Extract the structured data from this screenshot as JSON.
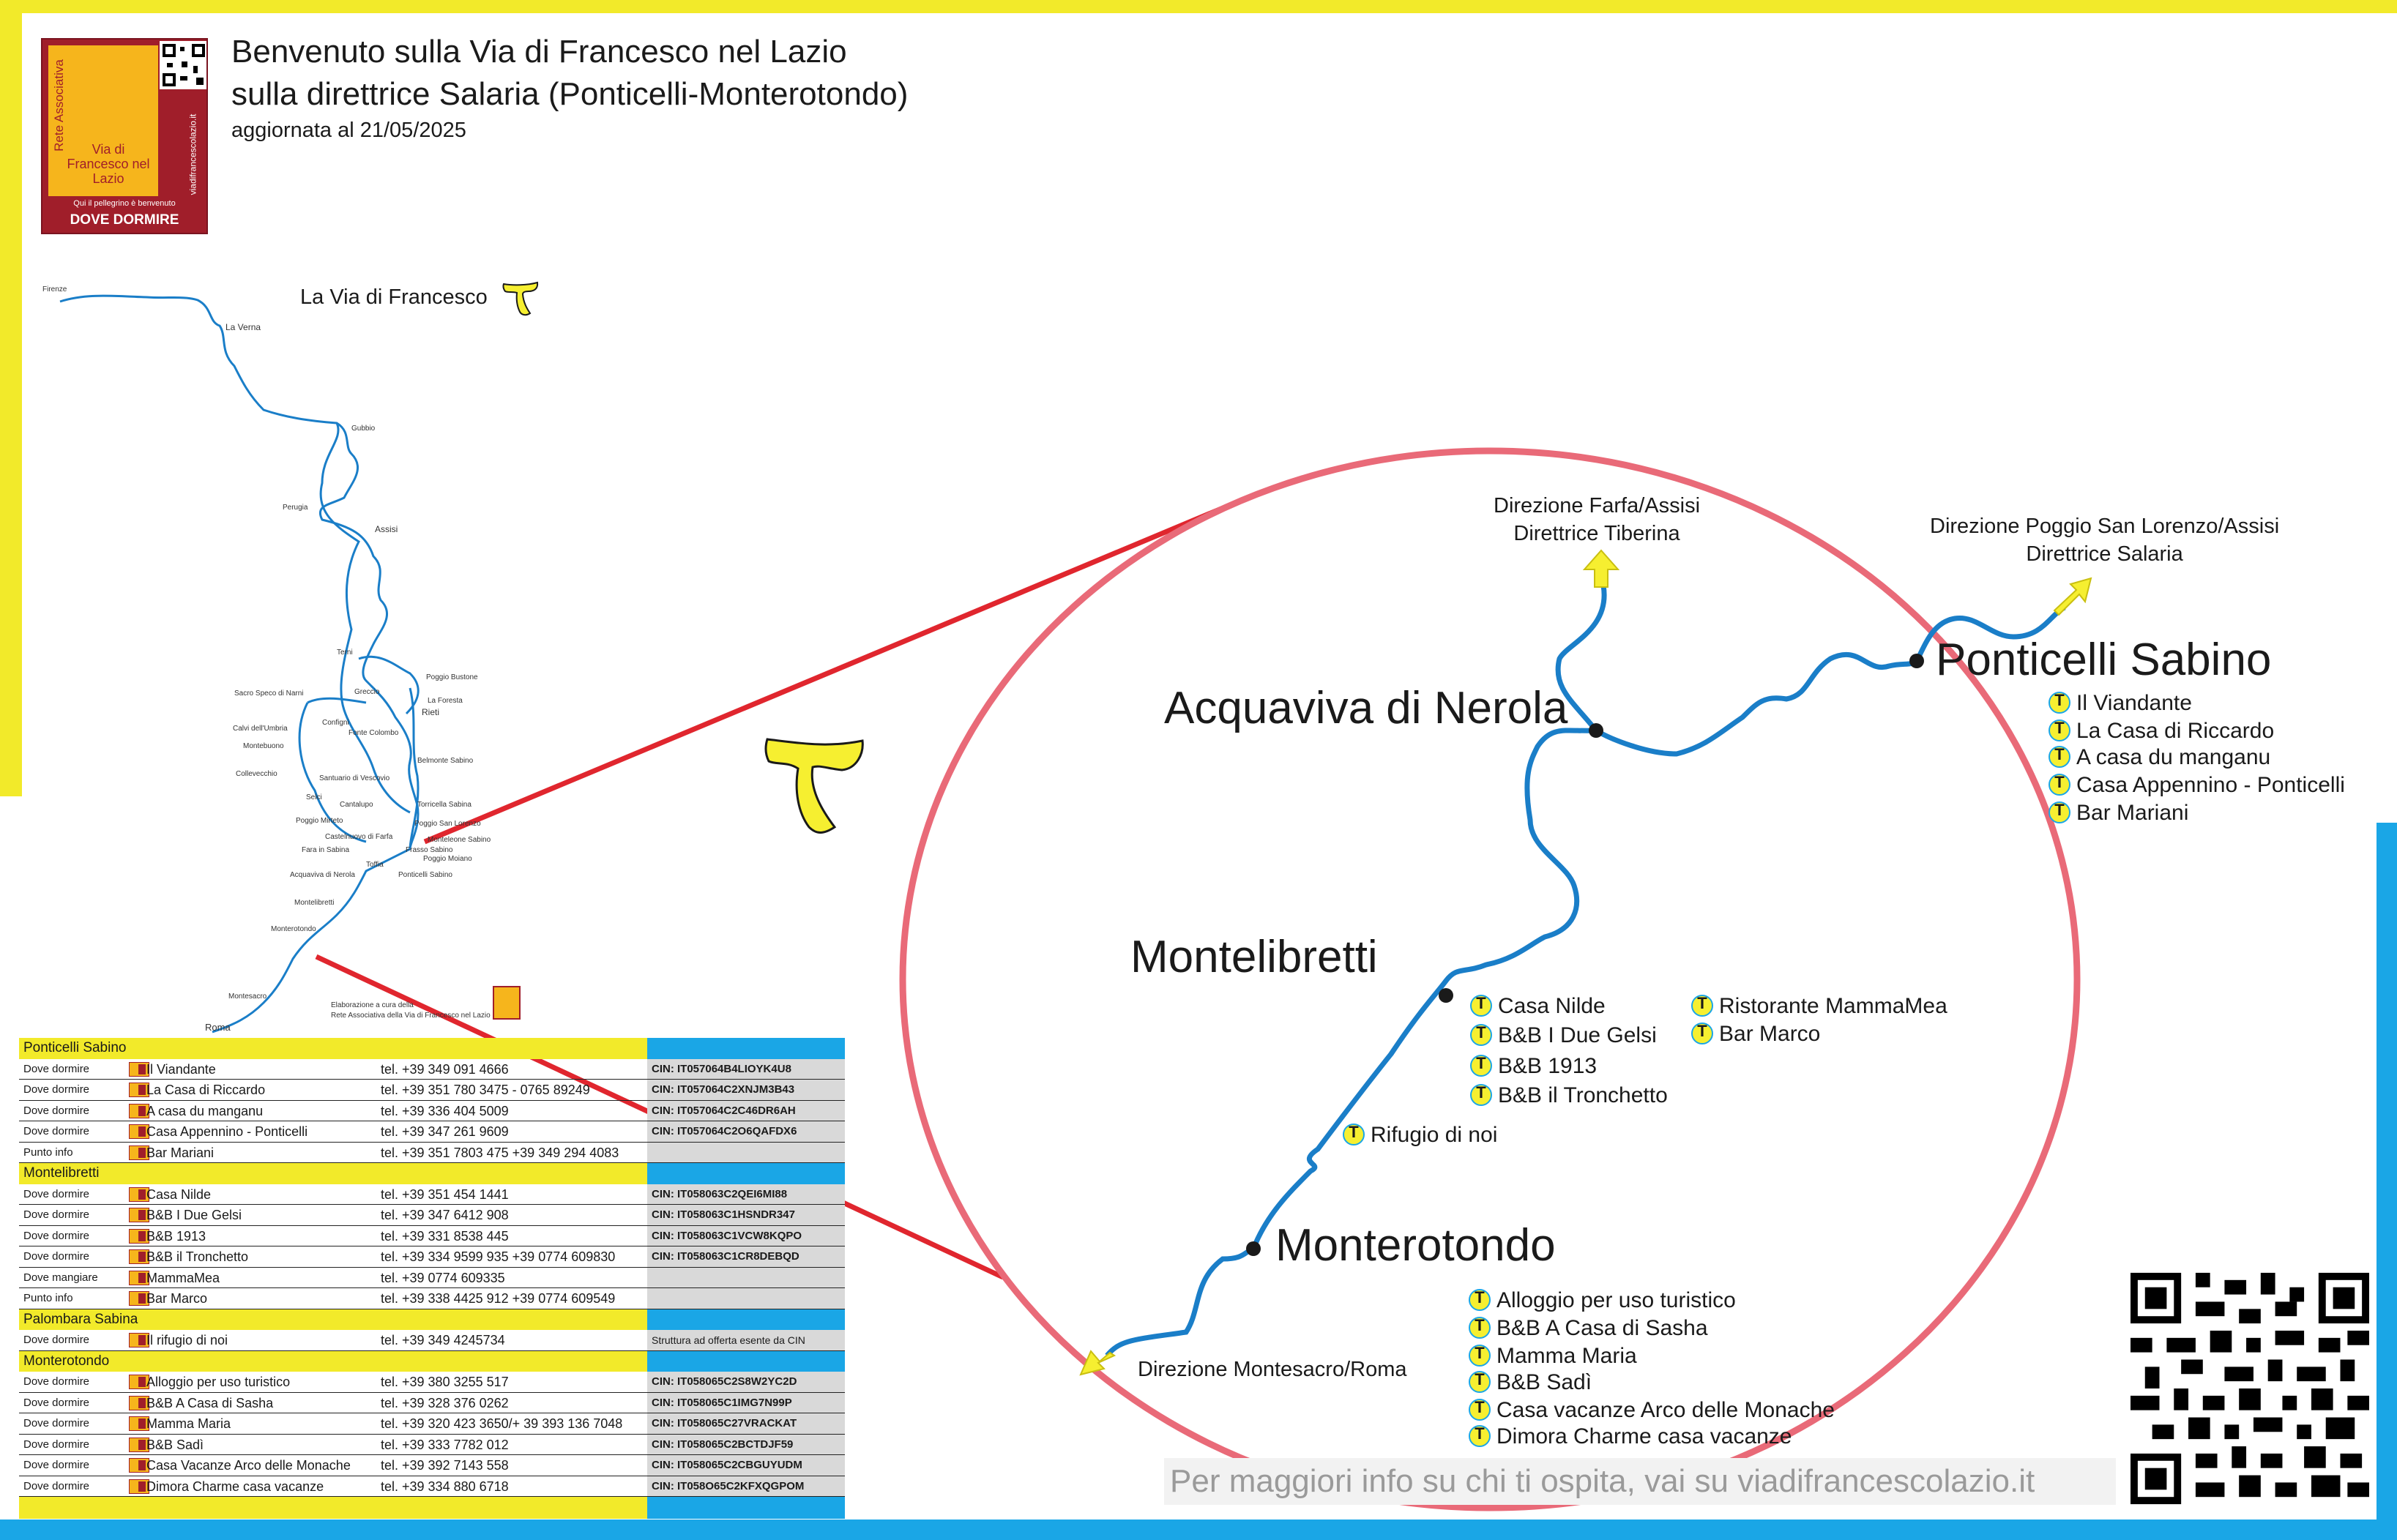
{
  "header": {
    "title_line1": "Benvenuto sulla  Via di Francesco nel Lazio",
    "title_line2": "sulla direttrice Salaria (Ponticelli-Monterotondo)",
    "updated": "aggiornata al 21/05/2025"
  },
  "logo": {
    "rete": "Rete Associativa",
    "name": "Via di Francesco nel Lazio",
    "tagline": "Qui il pellegrino è benvenuto",
    "dove_dormire": "DOVE DORMIRE",
    "site": "viadifrancescolazio.it"
  },
  "small_map": {
    "legend": "La Via di Francesco",
    "places": [
      "Firenze",
      "La Verna",
      "Gubbio",
      "Perugia",
      "Assisi",
      "Terni",
      "Poggio Bustone",
      "Sacro Speco di Narni",
      "Greccio",
      "La Foresta",
      "Rieti",
      "Calvi dell'Umbria",
      "Configni",
      "Fonte Colombo",
      "Montebuono",
      "Belmonte Sabino",
      "Collevecchio",
      "Santuario di Vescovio",
      "Selci",
      "Cantalupo",
      "Torricella Sabina",
      "Poggio Mirteto",
      "Poggio San Lorenzo",
      "Castelnuovo di Farfa",
      "Monteleone Sabino",
      "Fara in Sabina",
      "Frasso Sabino",
      "Poggio Moiano",
      "Toffia",
      "Acquaviva di Nerola",
      "Ponticelli Sabino",
      "Montelibretti",
      "Monterotondo",
      "Montesacro",
      "Roma"
    ],
    "credit_line1": "Elaborazione a cura della",
    "credit_line2": "Rete Associativa della Via di Francesco nel Lazio"
  },
  "big_map": {
    "directions": {
      "farfa_1": "Direzione Farfa/Assisi",
      "farfa_2": "Direttrice Tiberina",
      "poggio_1": "Direzione Poggio San Lorenzo/Assisi",
      "poggio_2": "Direttrice Salaria",
      "montesacro": "Direzione Montesacro/Roma"
    },
    "towns": {
      "ponticelli": "Ponticelli Sabino",
      "acquaviva": "Acquaviva di Nerola",
      "montelibretti": "Montelibretti",
      "monterotondo": "Monterotondo"
    },
    "poi_ponticelli": [
      "Il Viandante",
      "La Casa di Riccardo",
      "A casa du manganu",
      "Casa Appennino - Ponticelli",
      "Bar Mariani"
    ],
    "poi_montelibretti": [
      "Casa Nilde",
      "B&B I Due Gelsi",
      "B&B 1913",
      "B&B il Tronchetto"
    ],
    "poi_montelibretti_2": [
      "Ristorante MammaMea",
      "Bar Marco"
    ],
    "poi_palombara": "Rifugio di noi",
    "poi_monterotondo": [
      "Alloggio per uso turistico",
      "B&B A Casa di Sasha",
      "Mamma Maria",
      "B&B Sadì",
      "Casa vacanze Arco delle Monache",
      "Dimora Charme casa vacanze"
    ]
  },
  "table": {
    "sections": [
      {
        "name": "Ponticelli Sabino",
        "rows": [
          {
            "type": "Dove dormire",
            "name": "Il Viandante",
            "tel": "tel. +39 349 091 4666",
            "cin": "CIN: IT057064B4LIOYK4U8"
          },
          {
            "type": "Dove dormire",
            "name": "La Casa di Riccardo",
            "tel": "tel. +39 351 780 3475 - 0765 89249",
            "cin": "CIN: IT057064C2XNJM3B43"
          },
          {
            "type": "Dove dormire",
            "name": "A casa du manganu",
            "tel": "tel. +39 336 404 5009",
            "cin": "CIN: IT057064C2C46DR6AH"
          },
          {
            "type": "Dove dormire",
            "name": "Casa Appennino - Ponticelli",
            "tel": "tel. +39 347 261 9609",
            "cin": "CIN: IT057064C2O6QAFDX6"
          },
          {
            "type": "Punto info",
            "name": "Bar Mariani",
            "tel": "tel. +39 351 7803 475 +39 349 294 4083",
            "cin": ""
          }
        ]
      },
      {
        "name": "Montelibretti",
        "rows": [
          {
            "type": "Dove dormire",
            "name": "Casa Nilde",
            "tel": "tel. +39 351 454 1441",
            "cin": "CIN: IT058063C2QEI6MI88"
          },
          {
            "type": "Dove dormire",
            "name": "B&B I Due Gelsi",
            "tel": "tel. +39 347 6412 908",
            "cin": "CIN: IT058063C1HSNDR347"
          },
          {
            "type": "Dove dormire",
            "name": "B&B 1913",
            "tel": "tel. +39 331 8538 445",
            "cin": "CIN: IT058063C1VCW8KQPO"
          },
          {
            "type": "Dove dormire",
            "name": "B&B il Tronchetto",
            "tel": "tel. +39 334 9599 935 +39 0774 609830",
            "cin": "CIN: IT058063C1CR8DEBQD"
          },
          {
            "type": "Dove mangiare",
            "name": "MammaMea",
            "tel": "tel. +39 0774 609335",
            "cin": ""
          },
          {
            "type": "Punto info",
            "name": "Bar Marco",
            "tel": "tel. +39 338 4425 912 +39 0774 609549",
            "cin": ""
          }
        ]
      },
      {
        "name": "Palombara Sabina",
        "rows": [
          {
            "type": "Dove dormire",
            "name": "Il rifugio di noi",
            "tel": "tel. +39 349 4245734",
            "cin": "Struttura ad offerta esente da CIN"
          }
        ]
      },
      {
        "name": "Monterotondo",
        "rows": [
          {
            "type": "Dove dormire",
            "name": "Alloggio per uso turistico",
            "tel": "tel. +39 380 3255 517",
            "cin": "CIN: IT058065C2S8W2YC2D"
          },
          {
            "type": "Dove dormire",
            "name": "B&B A Casa di Sasha",
            "tel": "tel. +39 328 376 0262",
            "cin": "CIN: IT058065C1IMG7N99P"
          },
          {
            "type": "Dove dormire",
            "name": "Mamma Maria",
            "tel": "tel. +39 320 423 3650/+ 39 393 136 7048",
            "cin": "CIN: IT058065C27VRACKAT"
          },
          {
            "type": "Dove dormire",
            "name": "B&B Sadì",
            "tel": "tel. +39 333 7782 012",
            "cin": "CIN: IT058065C2BCTDJF59"
          },
          {
            "type": "Dove dormire",
            "name": "Casa Vacanze Arco delle Monache",
            "tel": "tel. +39 392 7143 558",
            "cin": "CIN: IT058065C2CBGUYUDM"
          },
          {
            "type": "Dove dormire",
            "name": "Dimora Charme casa vacanze",
            "tel": "tel. +39 334 880 6718",
            "cin": "CIN: IT058O65C2KFXQGPOM"
          }
        ]
      }
    ]
  },
  "footer": {
    "text": "Per maggiori info su chi ti ospita, vai su viadifrancescolazio.it"
  },
  "colors": {
    "yellow": "#f2ea2a",
    "blue": "#1aa6e6",
    "route": "#1a7ec8",
    "circle": "#e96a78",
    "leader": "#e0262e",
    "brand_red": "#a01e2a"
  }
}
